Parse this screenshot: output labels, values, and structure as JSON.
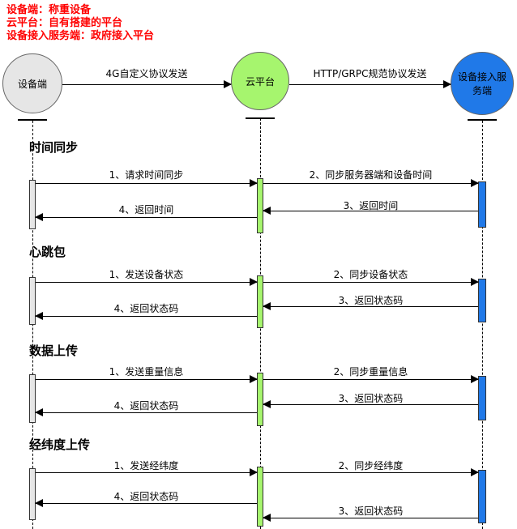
{
  "legend": {
    "device": "设备端：称重设备",
    "cloud": "云平台：自有搭建的平台",
    "service": "设备接入服务端：政府接入平台"
  },
  "actors": {
    "device": "设备端",
    "cloud": "云平台",
    "service": "设备接入服务端"
  },
  "protocols": {
    "device_to_cloud": "4G自定义协议发送",
    "cloud_to_service": "HTTP/GRPC规范协议发送"
  },
  "sections": [
    {
      "title": "时间同步",
      "messages": [
        "1、请求时间同步",
        "2、同步服务器端和设备时间",
        "3、返回时间",
        "4、返回时间"
      ]
    },
    {
      "title": "心跳包",
      "messages": [
        "1、发送设备状态",
        "2、同步设备状态",
        "3、返回状态码",
        "4、返回状态码"
      ]
    },
    {
      "title": "数据上传",
      "messages": [
        "1、发送重量信息",
        "2、同步重量信息",
        "3、返回状态码",
        "4、返回状态码"
      ]
    },
    {
      "title": "经纬度上传",
      "messages": [
        "1、发送经纬度",
        "2、同步经纬度",
        "3、返回状态码",
        "4、返回状态码"
      ]
    }
  ],
  "colors": {
    "legend_text": "#ff0000",
    "device_fill": "#e6e6e6",
    "cloud_fill": "#a6f56e",
    "service_fill": "#2079e8"
  }
}
